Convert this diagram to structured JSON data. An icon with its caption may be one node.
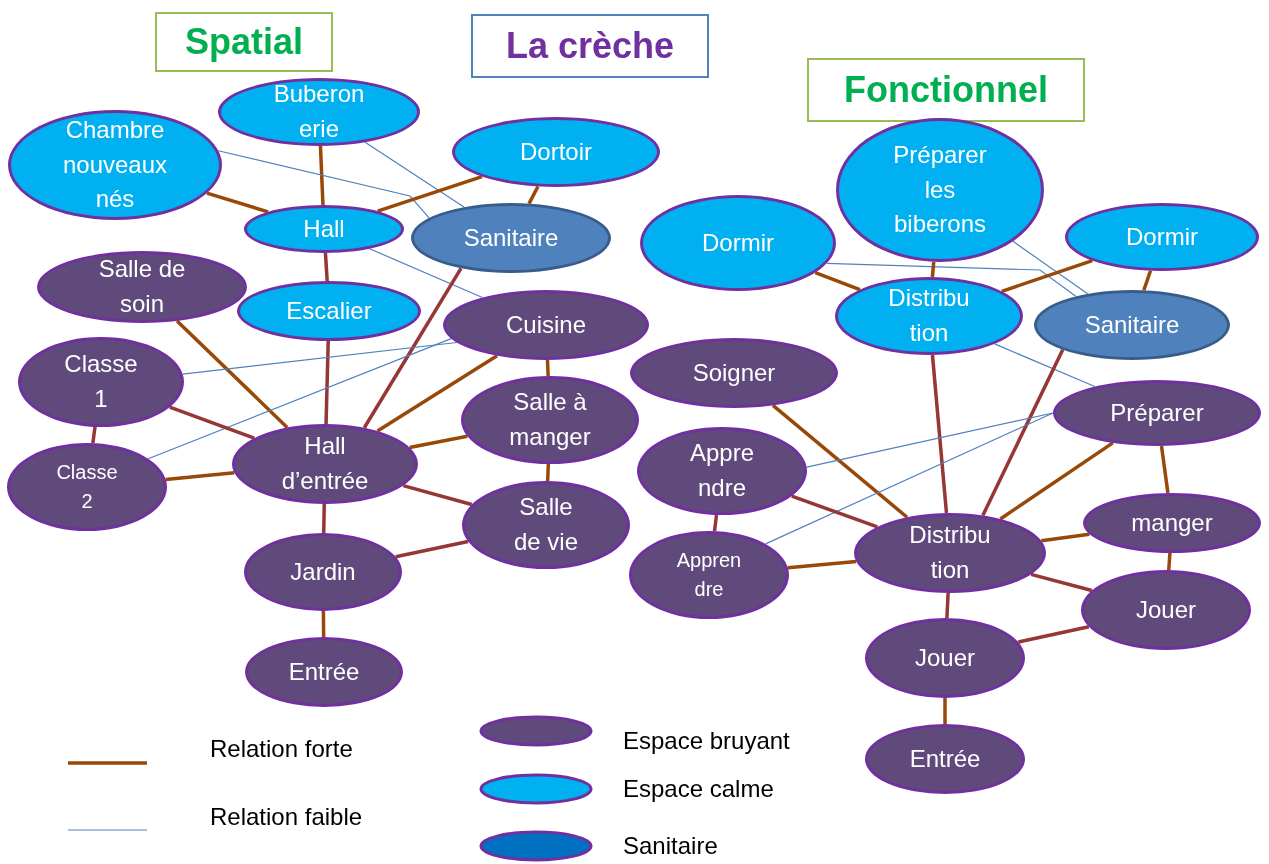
{
  "diagram": {
    "nodes": [
      {
        "text": [
          "Spatial"
        ]
      },
      {
        "text": [
          "La crèche"
        ]
      },
      {
        "text": [
          "Fonctionnel"
        ]
      },
      {
        "text": [
          "Buberon erie"
        ]
      },
      {
        "text": [
          "Chambre nouveaux nés"
        ]
      },
      {
        "text": [
          "Dortoir"
        ]
      },
      {
        "text": [
          "Hall"
        ]
      },
      {
        "text": [
          "Sanitaire"
        ]
      },
      {
        "text": [
          "Salle de soin"
        ]
      },
      {
        "text": [
          "Escalier"
        ]
      },
      {
        "text": [
          "Cuisine"
        ]
      },
      {
        "text": [
          "Classe 1"
        ]
      },
      {
        "text": [
          "Classe 2"
        ]
      },
      {
        "text": [
          "Hall d’entrée"
        ]
      },
      {
        "text": [
          "Salle à manger"
        ]
      },
      {
        "text": [
          "Salle de vie"
        ]
      },
      {
        "text": [
          "Jardin"
        ]
      },
      {
        "text": [
          "Entrée"
        ]
      },
      {
        "text": [
          "Préparer les biberons"
        ]
      },
      {
        "text": [
          "Dormir"
        ]
      },
      {
        "text": [
          "Dormir"
        ]
      },
      {
        "text": [
          "Distribu tion"
        ]
      },
      {
        "text": [
          "Sanitaire"
        ]
      },
      {
        "text": [
          "Soigner"
        ]
      },
      {
        "text": [
          "Préparer"
        ]
      },
      {
        "text": [
          "Appre ndre"
        ]
      },
      {
        "text": [
          "Appren dre"
        ]
      },
      {
        "text": [
          "Distribu tion"
        ]
      },
      {
        "text": [
          "manger"
        ]
      },
      {
        "text": [
          "Jouer"
        ]
      },
      {
        "text": [
          "Jouer"
        ]
      },
      {
        "text": [
          "Entrée"
        ]
      }
    ],
    "edges": [
      {
        "from": 3,
        "to": 6,
        "arrow": "none"
      },
      {
        "from": 4,
        "to": 6,
        "arrow": "none"
      },
      {
        "from": 4,
        "to": 7,
        "arrow": "none",
        "color": "#4f81bd"
      },
      {
        "from": 3,
        "to": 7,
        "arrow": "none",
        "color": "#4f81bd"
      },
      {
        "from": 6,
        "to": 5,
        "arrow": "none"
      },
      {
        "from": 5,
        "to": 7,
        "arrow": "none"
      },
      {
        "from": 6,
        "to": 9,
        "arrow": "none",
        "color": "#953735"
      },
      {
        "from": 6,
        "to": 10,
        "arrow": "none",
        "color": "#4f81bd"
      },
      {
        "from": 9,
        "to": 13,
        "arrow": "none",
        "color": "#953735"
      },
      {
        "from": 7,
        "to": 13,
        "arrow": "none",
        "color": "#953735"
      },
      {
        "from": 8,
        "to": 13,
        "arrow": "none"
      },
      {
        "from": 11,
        "to": 10,
        "arrow": "none",
        "color": "#4f81bd"
      },
      {
        "from": 12,
        "to": 10,
        "arrow": "none",
        "color": "#4f81bd"
      },
      {
        "from": 11,
        "to": 13,
        "arrow": "none",
        "color": "#953735"
      },
      {
        "from": 11,
        "to": 12,
        "arrow": "none",
        "color": "#953735"
      },
      {
        "from": 12,
        "to": 13,
        "arrow": "none"
      },
      {
        "from": 10,
        "to": 13,
        "arrow": "none"
      },
      {
        "from": 10,
        "to": 14,
        "arrow": "none"
      },
      {
        "from": 14,
        "to": 13,
        "arrow": "none"
      },
      {
        "from": 14,
        "to": 15,
        "arrow": "none"
      },
      {
        "from": 13,
        "to": 15,
        "arrow": "none",
        "color": "#953735"
      },
      {
        "from": 13,
        "to": 16,
        "arrow": "none",
        "color": "#953735"
      },
      {
        "from": 16,
        "to": 15,
        "arrow": "none",
        "color": "#953735"
      },
      {
        "from": 16,
        "to": 17,
        "arrow": "none"
      },
      {
        "from": 19,
        "to": 21,
        "arrow": "none"
      },
      {
        "from": 19,
        "to": 22,
        "arrow": "none",
        "color": "#4f81bd"
      },
      {
        "from": 18,
        "to": 21,
        "arrow": "none"
      },
      {
        "from": 18,
        "to": 22,
        "arrow": "none",
        "color": "#4f81bd"
      },
      {
        "from": 21,
        "to": 20,
        "arrow": "none"
      },
      {
        "from": 20,
        "to": 22,
        "arrow": "none"
      },
      {
        "from": 21,
        "to": 24,
        "arrow": "none",
        "color": "#4f81bd"
      },
      {
        "from": 21,
        "to": 27,
        "arrow": "none",
        "color": "#953735"
      },
      {
        "from": 22,
        "to": 27,
        "arrow": "none",
        "color": "#953735"
      },
      {
        "from": 23,
        "to": 27,
        "arrow": "none"
      },
      {
        "from": 25,
        "to": 24,
        "arrow": "none",
        "color": "#4f81bd"
      },
      {
        "from": 26,
        "to": 24,
        "arrow": "none",
        "color": "#4f81bd"
      },
      {
        "from": 25,
        "to": 27,
        "arrow": "none",
        "color": "#953735"
      },
      {
        "from": 25,
        "to": 26,
        "arrow": "none",
        "color": "#953735"
      },
      {
        "from": 26,
        "to": 27,
        "arrow": "none"
      },
      {
        "from": 24,
        "to": 27,
        "arrow": "none"
      },
      {
        "from": 24,
        "to": 28,
        "arrow": "none"
      },
      {
        "from": 28,
        "to": 27,
        "arrow": "none"
      },
      {
        "from": 28,
        "to": 29,
        "arrow": "none"
      },
      {
        "from": 27,
        "to": 29,
        "arrow": "none",
        "color": "#953735"
      },
      {
        "from": 27,
        "to": 30,
        "arrow": "none",
        "color": "#953735"
      },
      {
        "from": 30,
        "to": 29,
        "arrow": "none",
        "color": "#953735"
      },
      {
        "from": 30,
        "to": 31,
        "arrow": "none"
      }
    ],
    "legend": [
      {
        "text": "Relation forte"
      },
      {
        "text": "Relation faible"
      },
      {
        "text": "Espace bruyant",
        "color": "#604a7b"
      },
      {
        "text": "Espace calme",
        "color": "#00b0f0"
      },
      {
        "text": "Sanitaire",
        "color": "#0070c0"
      }
    ]
  }
}
